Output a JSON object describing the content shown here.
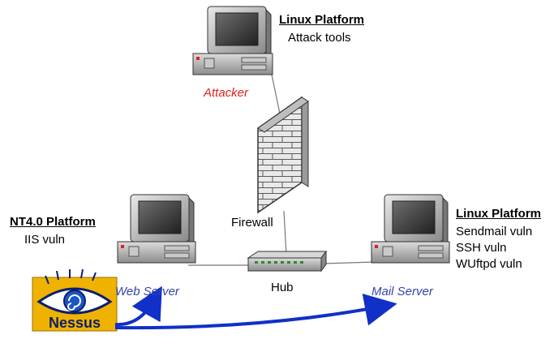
{
  "colors": {
    "attacker_label": "#e0201a",
    "server_label": "#3344aa",
    "nessus_bg": "#f0b200",
    "nessus_text": "#0a1f6e",
    "arrow": "#1030c8"
  },
  "nodes": {
    "attacker": {
      "label": "Attacker",
      "platform": "Linux Platform",
      "details": [
        "Attack tools"
      ]
    },
    "web_server": {
      "label": "Web Server",
      "platform": "NT4.0 Platform",
      "details": [
        "IIS vuln"
      ]
    },
    "mail_server": {
      "label": "Mail Server",
      "platform": "Linux Platform",
      "details": [
        "Sendmail vuln",
        "SSH vuln",
        "WUftpd vuln"
      ]
    },
    "firewall": {
      "label": "Firewall"
    },
    "hub": {
      "label": "Hub"
    }
  },
  "logo": {
    "text": "Nessus",
    "icon": "eye-icon"
  }
}
